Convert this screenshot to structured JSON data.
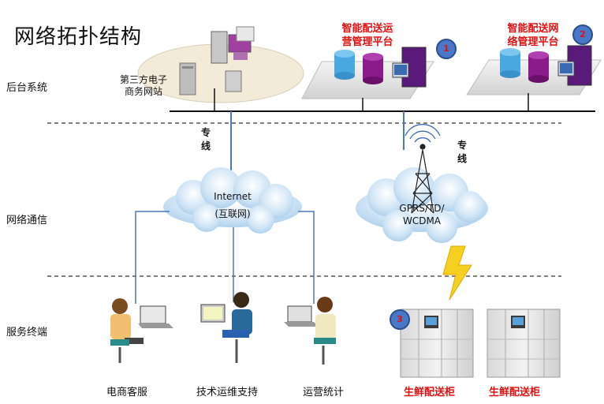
{
  "title": "网络拓扑结构",
  "layers": {
    "backend": "后台系统",
    "network": "网络通信",
    "terminals": "服务终端"
  },
  "backend": {
    "third_party": [
      "第三方电子",
      "商务网站"
    ],
    "platform1": [
      "智能配送运",
      "营管理平台"
    ],
    "platform2": [
      "智能配送网",
      "络管理平台"
    ],
    "badge1": "1",
    "badge2": "2"
  },
  "network": {
    "dedicated_line_left": [
      "专",
      "线"
    ],
    "dedicated_line_right": [
      "专",
      "线"
    ],
    "internet": [
      "Internet",
      "(互联网)"
    ],
    "mobile": [
      "GPRS/TD/",
      "WCDMA"
    ]
  },
  "terminals": {
    "ecommerce_service": "电商客服",
    "tech_support": "技术运维支持",
    "operations_stats": "运营统计",
    "locker1": "生鲜配送柜",
    "locker2": "生鲜配送柜",
    "badge3": "3"
  },
  "colors": {
    "accent_red": "#e01010",
    "line_blue": "#4a78b8",
    "cloud": "#b9d8f0",
    "badge": "#4a78c8"
  }
}
